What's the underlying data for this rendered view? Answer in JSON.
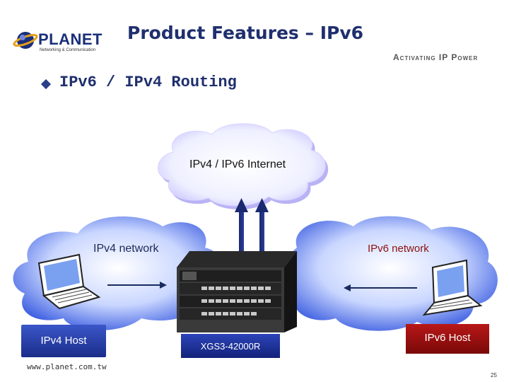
{
  "header": {
    "logo_text": "PLANET",
    "logo_sub": "Networking & Communication",
    "title": "Product Features – IPv6",
    "tagline": "Activating IP Power"
  },
  "bullet": {
    "text": "IPv6 / IPv4 Routing"
  },
  "diagram": {
    "internet_label": "IPv4 / IPv6 Internet",
    "ipv4_network_label": "IPv4 network",
    "ipv6_network_label": "IPv6 network",
    "ipv4_host_label": "IPv4 Host",
    "ipv6_host_label": "IPv6 Host",
    "switch_label": "XGS3-42000R"
  },
  "footer": {
    "url": "www.planet.com.tw",
    "page": "25"
  },
  "colors": {
    "title": "#1f2f6e",
    "cloud": "#3f62e0",
    "ipv4_host_box": "#2b44b8",
    "ipv6_host_box": "#9a1010",
    "switch_box": "#1b2d9a"
  }
}
